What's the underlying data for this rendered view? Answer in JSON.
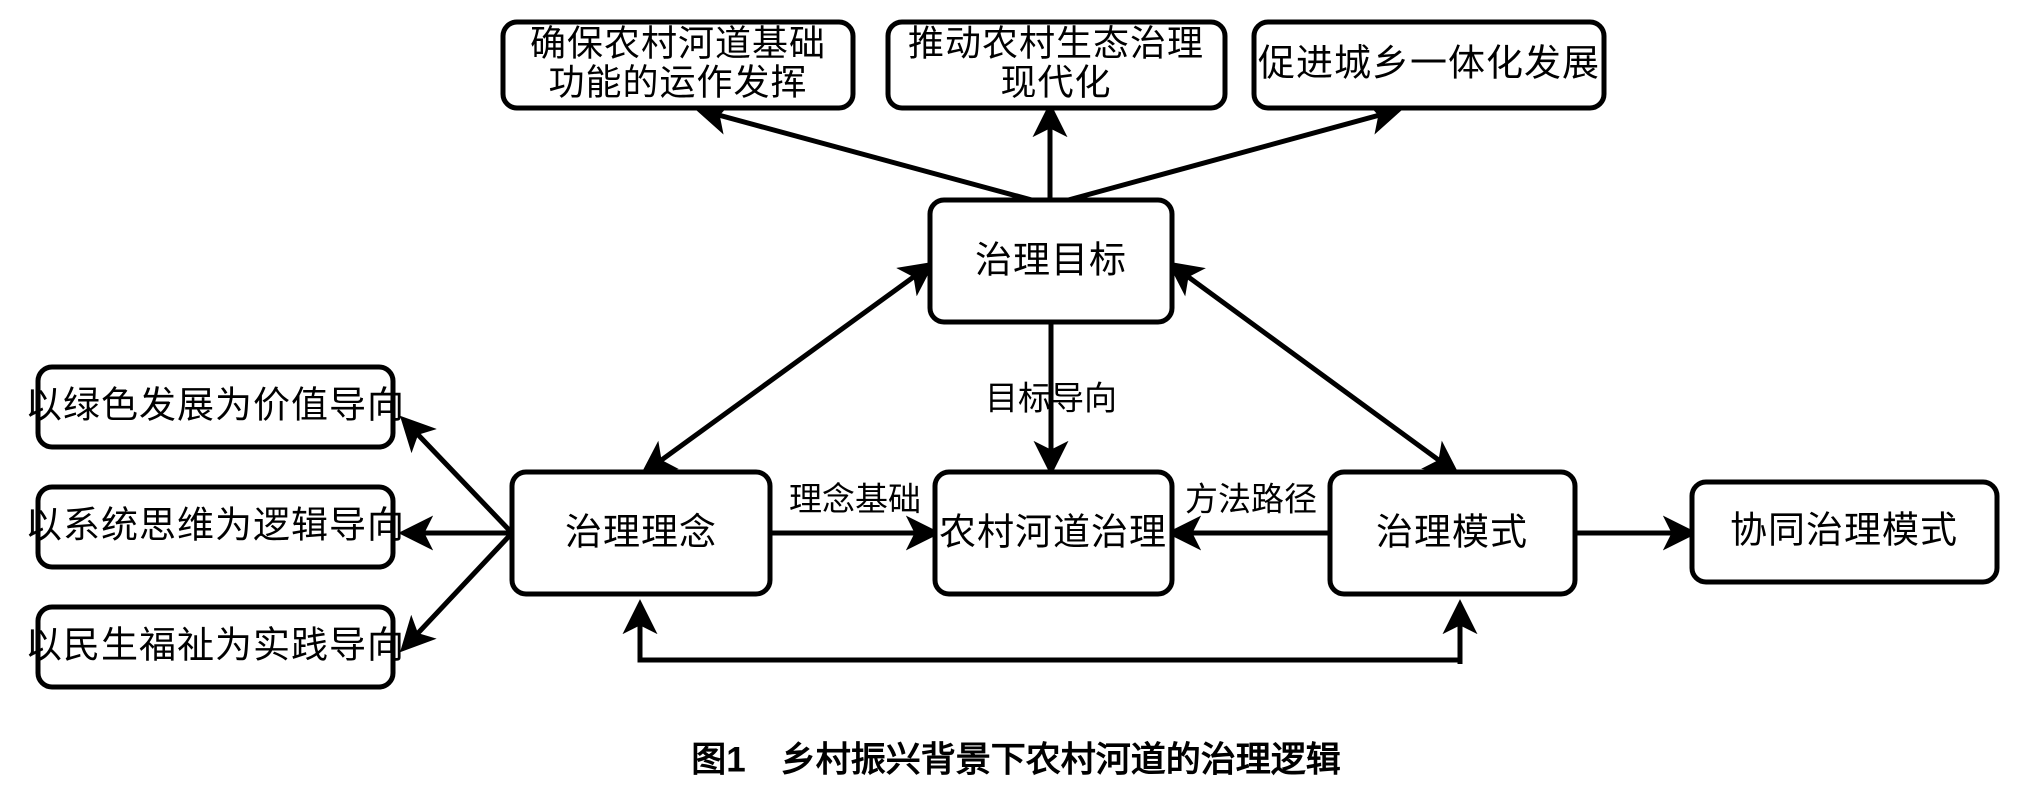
{
  "figure": {
    "caption_number": "图1",
    "caption_title": "乡村振兴背景下农村河道的治理逻辑",
    "caption_full": "图1　乡村振兴背景下农村河道的治理逻辑",
    "background_color": "#ffffff",
    "line_color": "#000000"
  },
  "nodes": {
    "goal_outcome_1": {
      "line1": "确保农村河道基础",
      "line2": "功能的运作发挥"
    },
    "goal_outcome_2": {
      "line1": "推动农村生态治理",
      "line2": "现代化"
    },
    "goal_outcome_3": {
      "line1": "促进城乡一体化发展",
      "line2": ""
    },
    "governance_goal": {
      "label": "治理目标"
    },
    "governance_concept": {
      "label": "治理理念"
    },
    "rural_river_governance": {
      "label": "农村河道治理"
    },
    "governance_model": {
      "label": "治理模式"
    },
    "collaborative_model": {
      "label": "协同治理模式"
    },
    "orientation_1": {
      "label": "以绿色发展为价值导向"
    },
    "orientation_2": {
      "label": "以系统思维为逻辑导向"
    },
    "orientation_3": {
      "label": "以民生福祉为实践导向"
    }
  },
  "edge_labels": {
    "goal_orientation": "目标导向",
    "concept_basis": "理念基础",
    "method_path": "方法路径"
  }
}
